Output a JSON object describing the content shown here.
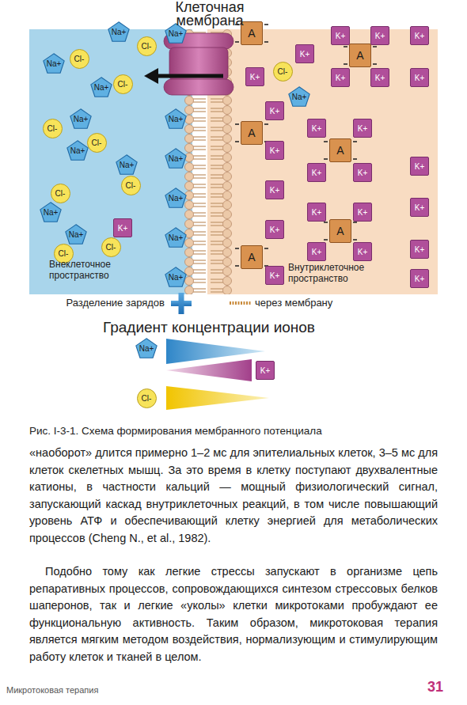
{
  "diagram": {
    "caption": "Рис. I-3-1. Схема формирования мембранного потенциала",
    "nodes": [
      {
        "text": [
          "Na+"
        ]
      },
      {
        "text": [
          "Cl-"
        ]
      },
      {
        "text": [
          "Na+"
        ]
      },
      {
        "text": [
          "Cl-"
        ]
      },
      {
        "text": [
          "Na+"
        ]
      },
      {
        "text": [
          "Cl-"
        ]
      },
      {
        "text": [
          "Na+"
        ]
      },
      {
        "text": [
          "Cl-"
        ]
      },
      {
        "text": [
          "Na+"
        ]
      },
      {
        "text": [
          "Cl-"
        ]
      },
      {
        "text": [
          "Na+"
        ]
      },
      {
        "text": [
          "Cl-"
        ]
      },
      {
        "text": [
          "Cl-"
        ]
      },
      {
        "text": [
          "Na+"
        ]
      },
      {
        "text": [
          "Na+"
        ]
      },
      {
        "text": [
          "Cl-"
        ]
      },
      {
        "text": [
          "K+"
        ]
      },
      {
        "text": [
          "Cl-"
        ]
      },
      {
        "text": [
          "Na+"
        ]
      },
      {
        "text": [
          "Na+"
        ]
      },
      {
        "text": [
          "Na+"
        ]
      },
      {
        "text": [
          "Na+"
        ]
      },
      {
        "text": [
          "Na+"
        ]
      },
      {
        "text": [
          "Na+"
        ]
      },
      {
        "text": [
          "A"
        ]
      },
      {
        "text": [
          "K+"
        ]
      },
      {
        "text": [
          "Cl-"
        ]
      },
      {
        "text": [
          "K+"
        ]
      },
      {
        "text": [
          "Na+"
        ]
      },
      {
        "text": [
          "K+"
        ]
      },
      {
        "text": [
          "A"
        ]
      },
      {
        "text": [
          "K+"
        ]
      },
      {
        "text": [
          "K+"
        ]
      },
      {
        "text": [
          "K+"
        ]
      },
      {
        "text": [
          "K+"
        ]
      },
      {
        "text": [
          "K+"
        ]
      },
      {
        "text": [
          "K+"
        ]
      },
      {
        "text": [
          "A"
        ]
      },
      {
        "text": [
          "K+"
        ]
      },
      {
        "text": [
          "K+"
        ]
      },
      {
        "text": [
          "A"
        ]
      },
      {
        "text": [
          "K+"
        ]
      },
      {
        "text": [
          "K+"
        ]
      },
      {
        "text": [
          "K+"
        ]
      },
      {
        "text": [
          "K+"
        ]
      },
      {
        "text": [
          "K+"
        ]
      },
      {
        "text": [
          "K+"
        ]
      },
      {
        "text": [
          "K+"
        ]
      },
      {
        "text": [
          "K+"
        ]
      },
      {
        "text": [
          "A"
        ]
      },
      {
        "text": [
          "K+"
        ]
      },
      {
        "text": [
          "A"
        ]
      },
      {
        "text": [
          "K+"
        ]
      },
      {
        "text": [
          "K+"
        ]
      },
      {
        "text": [
          "K+"
        ]
      },
      {
        "text": [
          "K+"
        ]
      },
      {
        "text": [
          "K+"
        ]
      },
      {
        "text": [
          "Na+"
        ]
      },
      {
        "text": [
          "K+"
        ]
      },
      {
        "text": [
          "Cl-"
        ]
      }
    ],
    "labels": [
      "Клеточная мембрана",
      "Внеклеточное пространство",
      "Внутриклеточное пространство",
      "Разделение зарядов",
      "через мембрану",
      "Градиент концентрации ионов",
      "«наоборот» длится примерно 1–2 мс для эпителиальных клеток, 3–5 мс для клеток скелетных мышц. За это время в клетку поступают двухвалентные катионы, в частности кальций — мощный физиологический сигнал, запускающий каскад внутриклеточных реакций, в том числе повышающий уровень АТФ и обеспечивающий клетку энергией для метаболических процессов (Cheng N., et al., 1982).",
      "Подобно тому как легкие стрессы запускают в организме цепь репаративных процессов, сопровождающихся синтезом стрессовых белков шаперонов, так и легкие «уколы» клетки микротоками пробуждают ее функциональную активность. Таким образом, микротоковая терапия является мягким методом воздействия, нормализующим и стимулирующим работу клеток и тканей в целом.",
      "Микротоковая терапия",
      "31"
    ]
  }
}
